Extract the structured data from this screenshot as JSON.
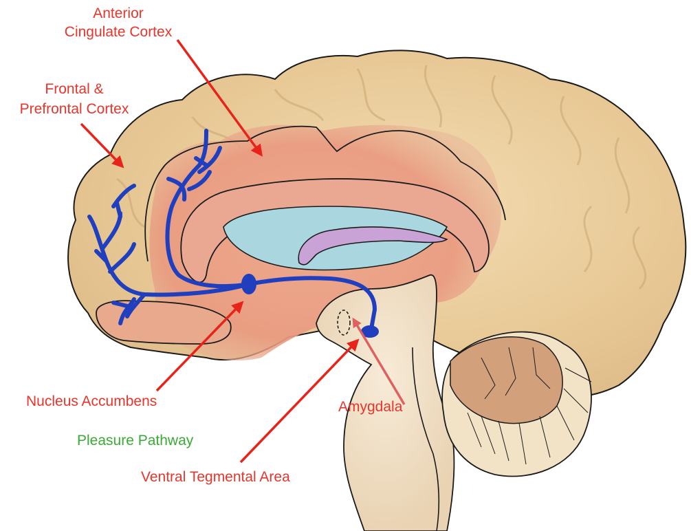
{
  "labels": {
    "anterior_cingulate_line1": "Anterior",
    "anterior_cingulate_line2": "Cingulate Cortex",
    "frontal_line1": "Frontal &",
    "frontal_line2": "Prefrontal Cortex",
    "nucleus_accumbens": "Nucleus Accumbens",
    "amygdala": "Amygdala",
    "pleasure_pathway": "Pleasure Pathway",
    "ventral_tegmental_area": "Ventral Tegmental Area"
  },
  "colors": {
    "label_red": "#e8352b",
    "pathway_green": "#3aaa35",
    "arrow_red": "#e8231a",
    "amygdala_arrow": "#e06060",
    "dopamine_blue": "#1f3fbf",
    "cortex_tan": "#e6c89a",
    "limbic_salmon": "#e7957a",
    "ventricle_blue": "#a9d6df",
    "fornix_violet": "#c9a3d6",
    "cerebellum": "#d3a07c",
    "outline": "#1a1a1a"
  }
}
